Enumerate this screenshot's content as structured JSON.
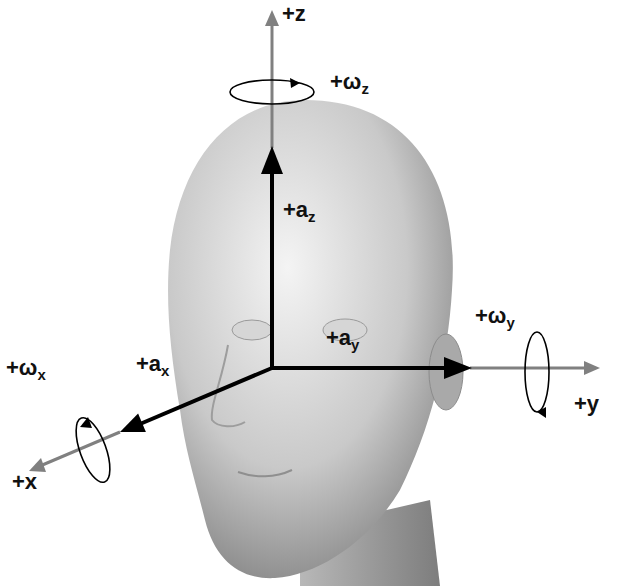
{
  "diagram": {
    "labels": [
      "+z",
      "+ωz",
      "+az",
      "+ay",
      "+ωy",
      "+y",
      "+ωx",
      "+ax",
      "+x"
    ]
  }
}
